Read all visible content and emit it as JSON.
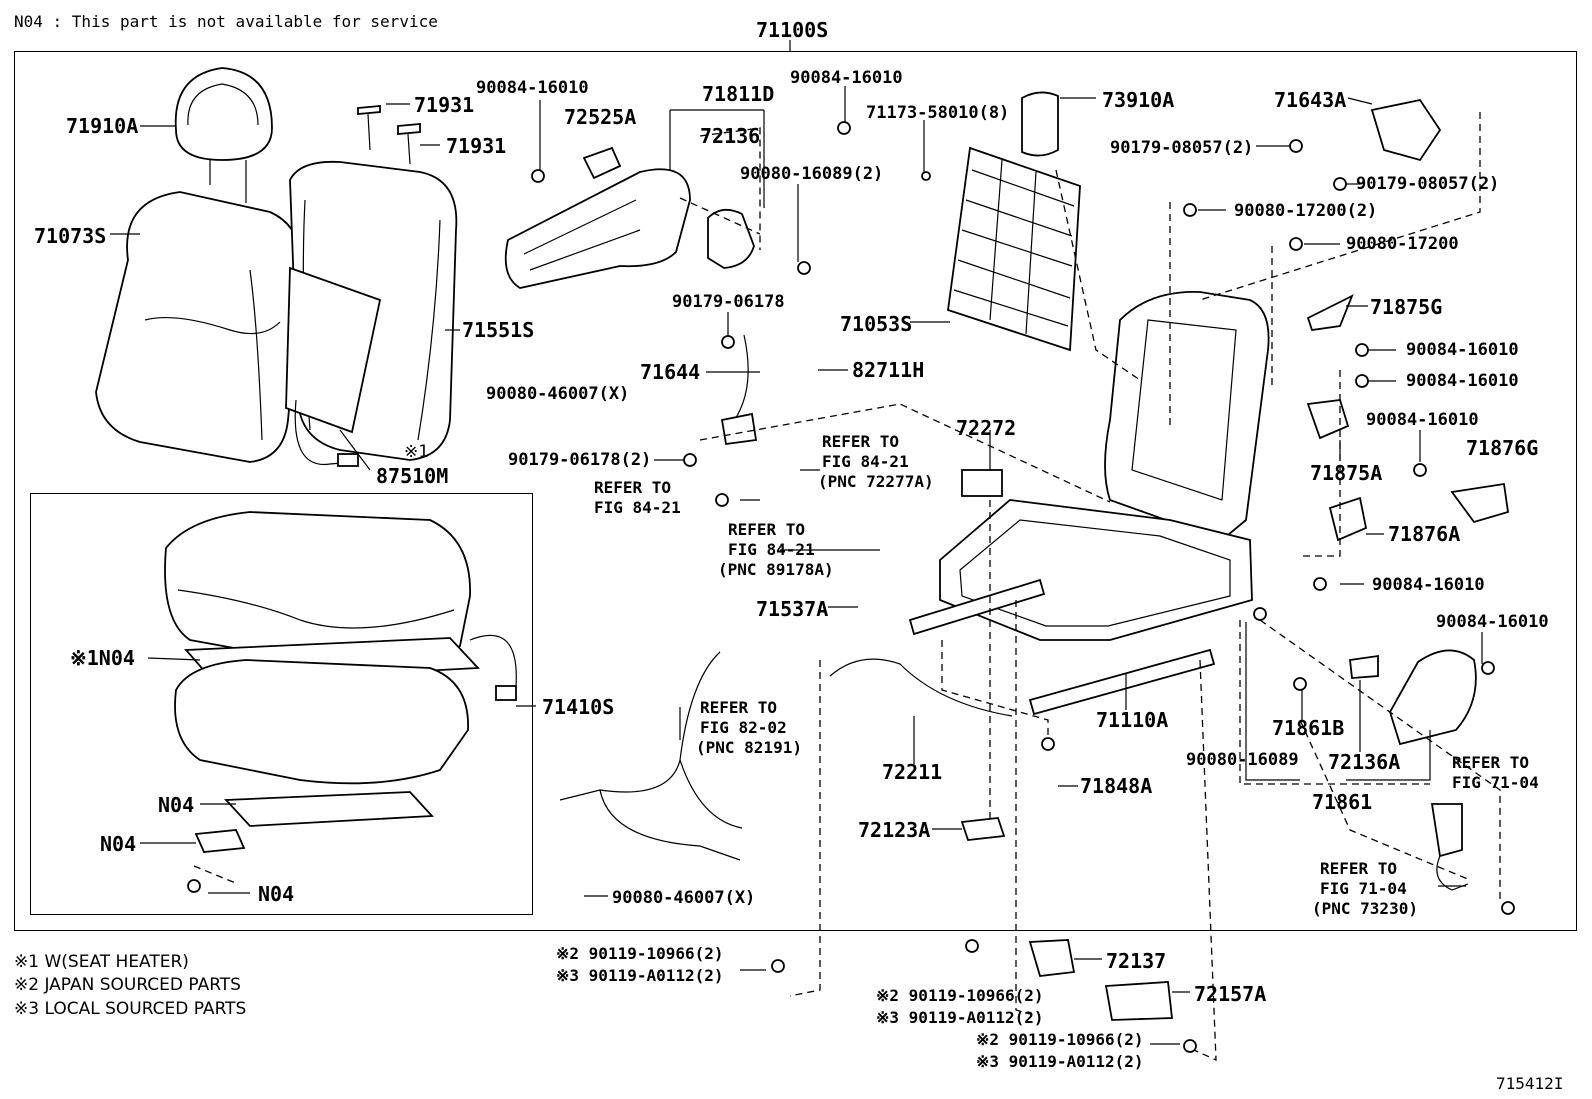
{
  "header": {
    "note": "N04 : This part is not available for service",
    "assembly": "71100S"
  },
  "figure_id": "715412I",
  "footnotes": [
    "※1  W(SEAT HEATER)",
    "※2  JAPAN SOURCED PARTS",
    "※3  LOCAL SOURCED PARTS"
  ],
  "parts": {
    "p71910A": "71910A",
    "p71931a": "71931",
    "p71931b": "71931",
    "p71073S": "71073S",
    "p71551S": "71551S",
    "p90080_46007_top": "90080-46007(X)",
    "p87510M_mark": "※1",
    "p87510M": "87510M",
    "p90084_16010_a": "90084-16010",
    "p72525A": "72525A",
    "p71811D": "71811D",
    "p72136": "72136",
    "p90084_16010_b": "90084-16010",
    "p90080_16089_2": "90080-16089(2)",
    "p90179_06178": "90179-06178",
    "p71644": "71644",
    "p82711H": "82711H",
    "p90179_06178_2": "90179-06178(2)",
    "p71173": "71173-58010(8)",
    "p73910A": "73910A",
    "p71053S": "71053S",
    "p71643A": "71643A",
    "p90179_08057_2a": "90179-08057(2)",
    "p90179_08057_2b": "90179-08057(2)",
    "p90080_17200_2": "90080-17200(2)",
    "p90080_17200": "90080-17200",
    "p71875G": "71875G",
    "p90084_16010_c": "90084-16010",
    "p90084_16010_d": "90084-16010",
    "p90084_16010_e": "90084-16010",
    "p71876G": "71876G",
    "p71875A": "71875A",
    "p71876A": "71876A",
    "p90084_16010_f": "90084-16010",
    "p90084_16010_g": "90084-16010",
    "p72272": "72272",
    "p71537A": "71537A",
    "p71410S": "71410S",
    "p_n04_1": "※1N04",
    "p_n04_2": "N04",
    "p_n04_3": "N04",
    "p_n04_4": "N04",
    "p71110A": "71110A",
    "p72211": "72211",
    "p71848A": "71848A",
    "p72123A": "72123A",
    "p71861B": "71861B",
    "p90080_16089": "90080-16089",
    "p72136A": "72136A",
    "p71861": "71861",
    "p90080_46007_bottom": "90080-46007(X)",
    "p72137": "72137",
    "p72157A": "72157A"
  },
  "refs": {
    "ref_84_21_a_1": "REFER TO",
    "ref_84_21_a_2": "FIG 84-21",
    "ref_84_21_a_3": "(PNC 72277A)",
    "ref_84_21_b_1": "REFER TO",
    "ref_84_21_b_2": "FIG 84-21",
    "ref_84_21_c_1": "REFER TO",
    "ref_84_21_c_2": "FIG 84-21",
    "ref_84_21_c_3": "(PNC 89178A)",
    "ref_82_02_1": "REFER TO",
    "ref_82_02_2": "FIG 82-02",
    "ref_82_02_3": "(PNC 82191)",
    "ref_71_04_a_1": "REFER TO",
    "ref_71_04_a_2": "FIG 71-04",
    "ref_71_04_b_1": "REFER TO",
    "ref_71_04_b_2": "FIG 71-04",
    "ref_71_04_b_3": "(PNC 73230)"
  },
  "bolts": {
    "b1_line1": "※2 90119-10966(2)",
    "b1_line2": "※3 90119-A0112(2)",
    "b2_line1": "※2 90119-10966(2)",
    "b2_line2": "※3 90119-A0112(2)",
    "b3_line1": "※2 90119-10966(2)",
    "b3_line2": "※3 90119-A0112(2)"
  }
}
